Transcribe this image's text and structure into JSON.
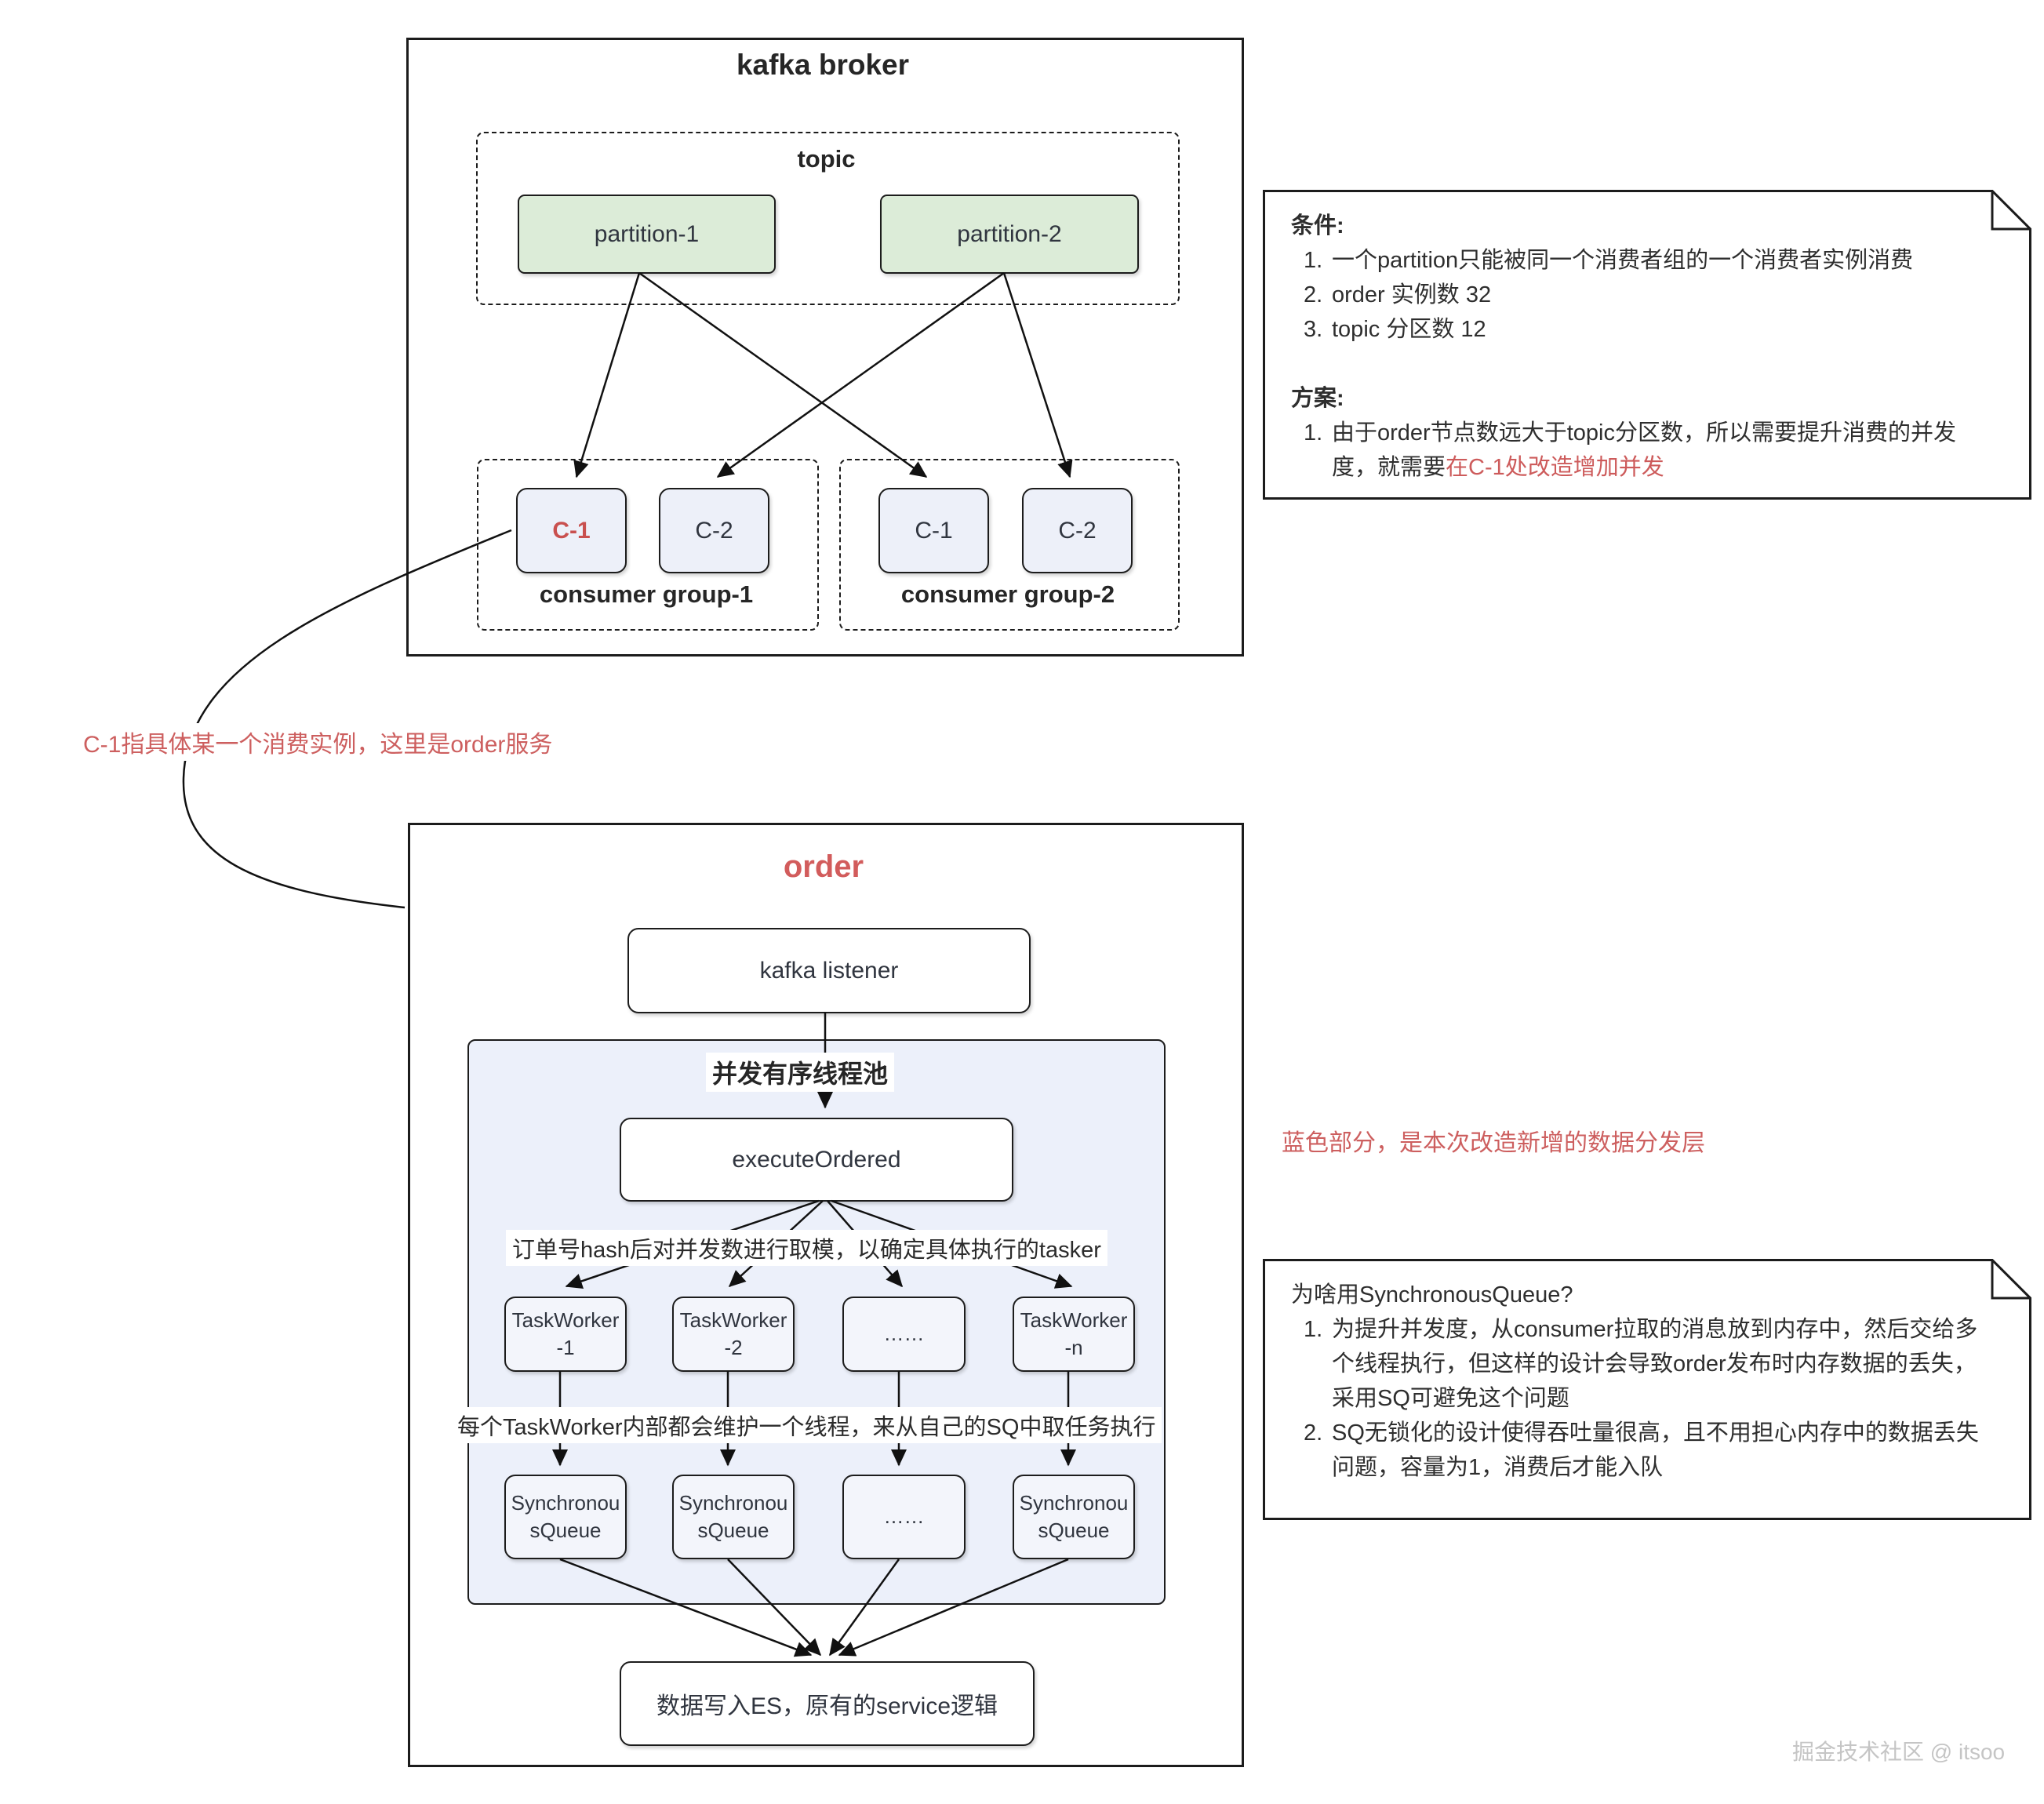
{
  "kafka_broker": {
    "title": "kafka broker",
    "topic": {
      "title": "topic",
      "partitions": [
        "partition-1",
        "partition-2"
      ]
    },
    "consumer_groups": [
      {
        "label": "consumer group-1",
        "consumers": [
          "C-1",
          "C-2"
        ]
      },
      {
        "label": "consumer group-2",
        "consumers": [
          "C-1",
          "C-2"
        ]
      }
    ]
  },
  "order_service": {
    "title": "order",
    "listener": "kafka listener",
    "pool": {
      "title": "并发有序线程池",
      "dispatcher": "executeOrdered",
      "hash_note": "订单号hash后对并发数进行取模，以确定具体执行的tasker",
      "workers": [
        "TaskWorker-1",
        "TaskWorker-2",
        "……",
        "TaskWorker-n"
      ],
      "worker_note": "每个TaskWorker内部都会维护一个线程，来从自己的SQ中取任务执行",
      "queues": [
        "SynchronousQueue",
        "SynchronousQueue",
        "……",
        "SynchronousQueue"
      ]
    },
    "sink": "数据写入ES，原有的service逻辑"
  },
  "annotations": {
    "c1_pointer": "C-1指具体某一个消费实例，这里是order服务",
    "blue_part": "蓝色部分，是本次改造新增的数据分发层"
  },
  "note_conditions": {
    "heading1": "条件:",
    "items1": [
      "一个partition只能被同一个消费者组的一个消费者实例消费",
      "order 实例数 32",
      "topic 分区数 12"
    ],
    "heading2": "方案:",
    "plan_prefix": "由于order节点数远大于topic分区数，所以需要提升消费的并发度，就需要",
    "plan_red": "在C-1处改造增加并发"
  },
  "note_sq": {
    "heading": "为啥用SynchronousQueue?",
    "items": [
      "为提升并发度，从consumer拉取的消息放到内存中，然后交给多个线程执行，但这样的设计会导致order发布时内存数据的丢失，采用SQ可避免这个问题",
      "SQ无锁化的设计使得吞吐量很高，且不用担心内存中的数据丢失问题，容量为1，消费后才能入队"
    ]
  },
  "watermark": "掘金技术社区 @ itsoo",
  "colors": {
    "partition_fill": "#dcecd8",
    "consumer_fill": "#edf0f9",
    "pool_fill": "#ecf0fa",
    "box_fill": "#f3f5fb",
    "accent_red": "#cd5b5b",
    "ink": "#1c1c1c",
    "watermark_gray": "#c5c5c5"
  }
}
